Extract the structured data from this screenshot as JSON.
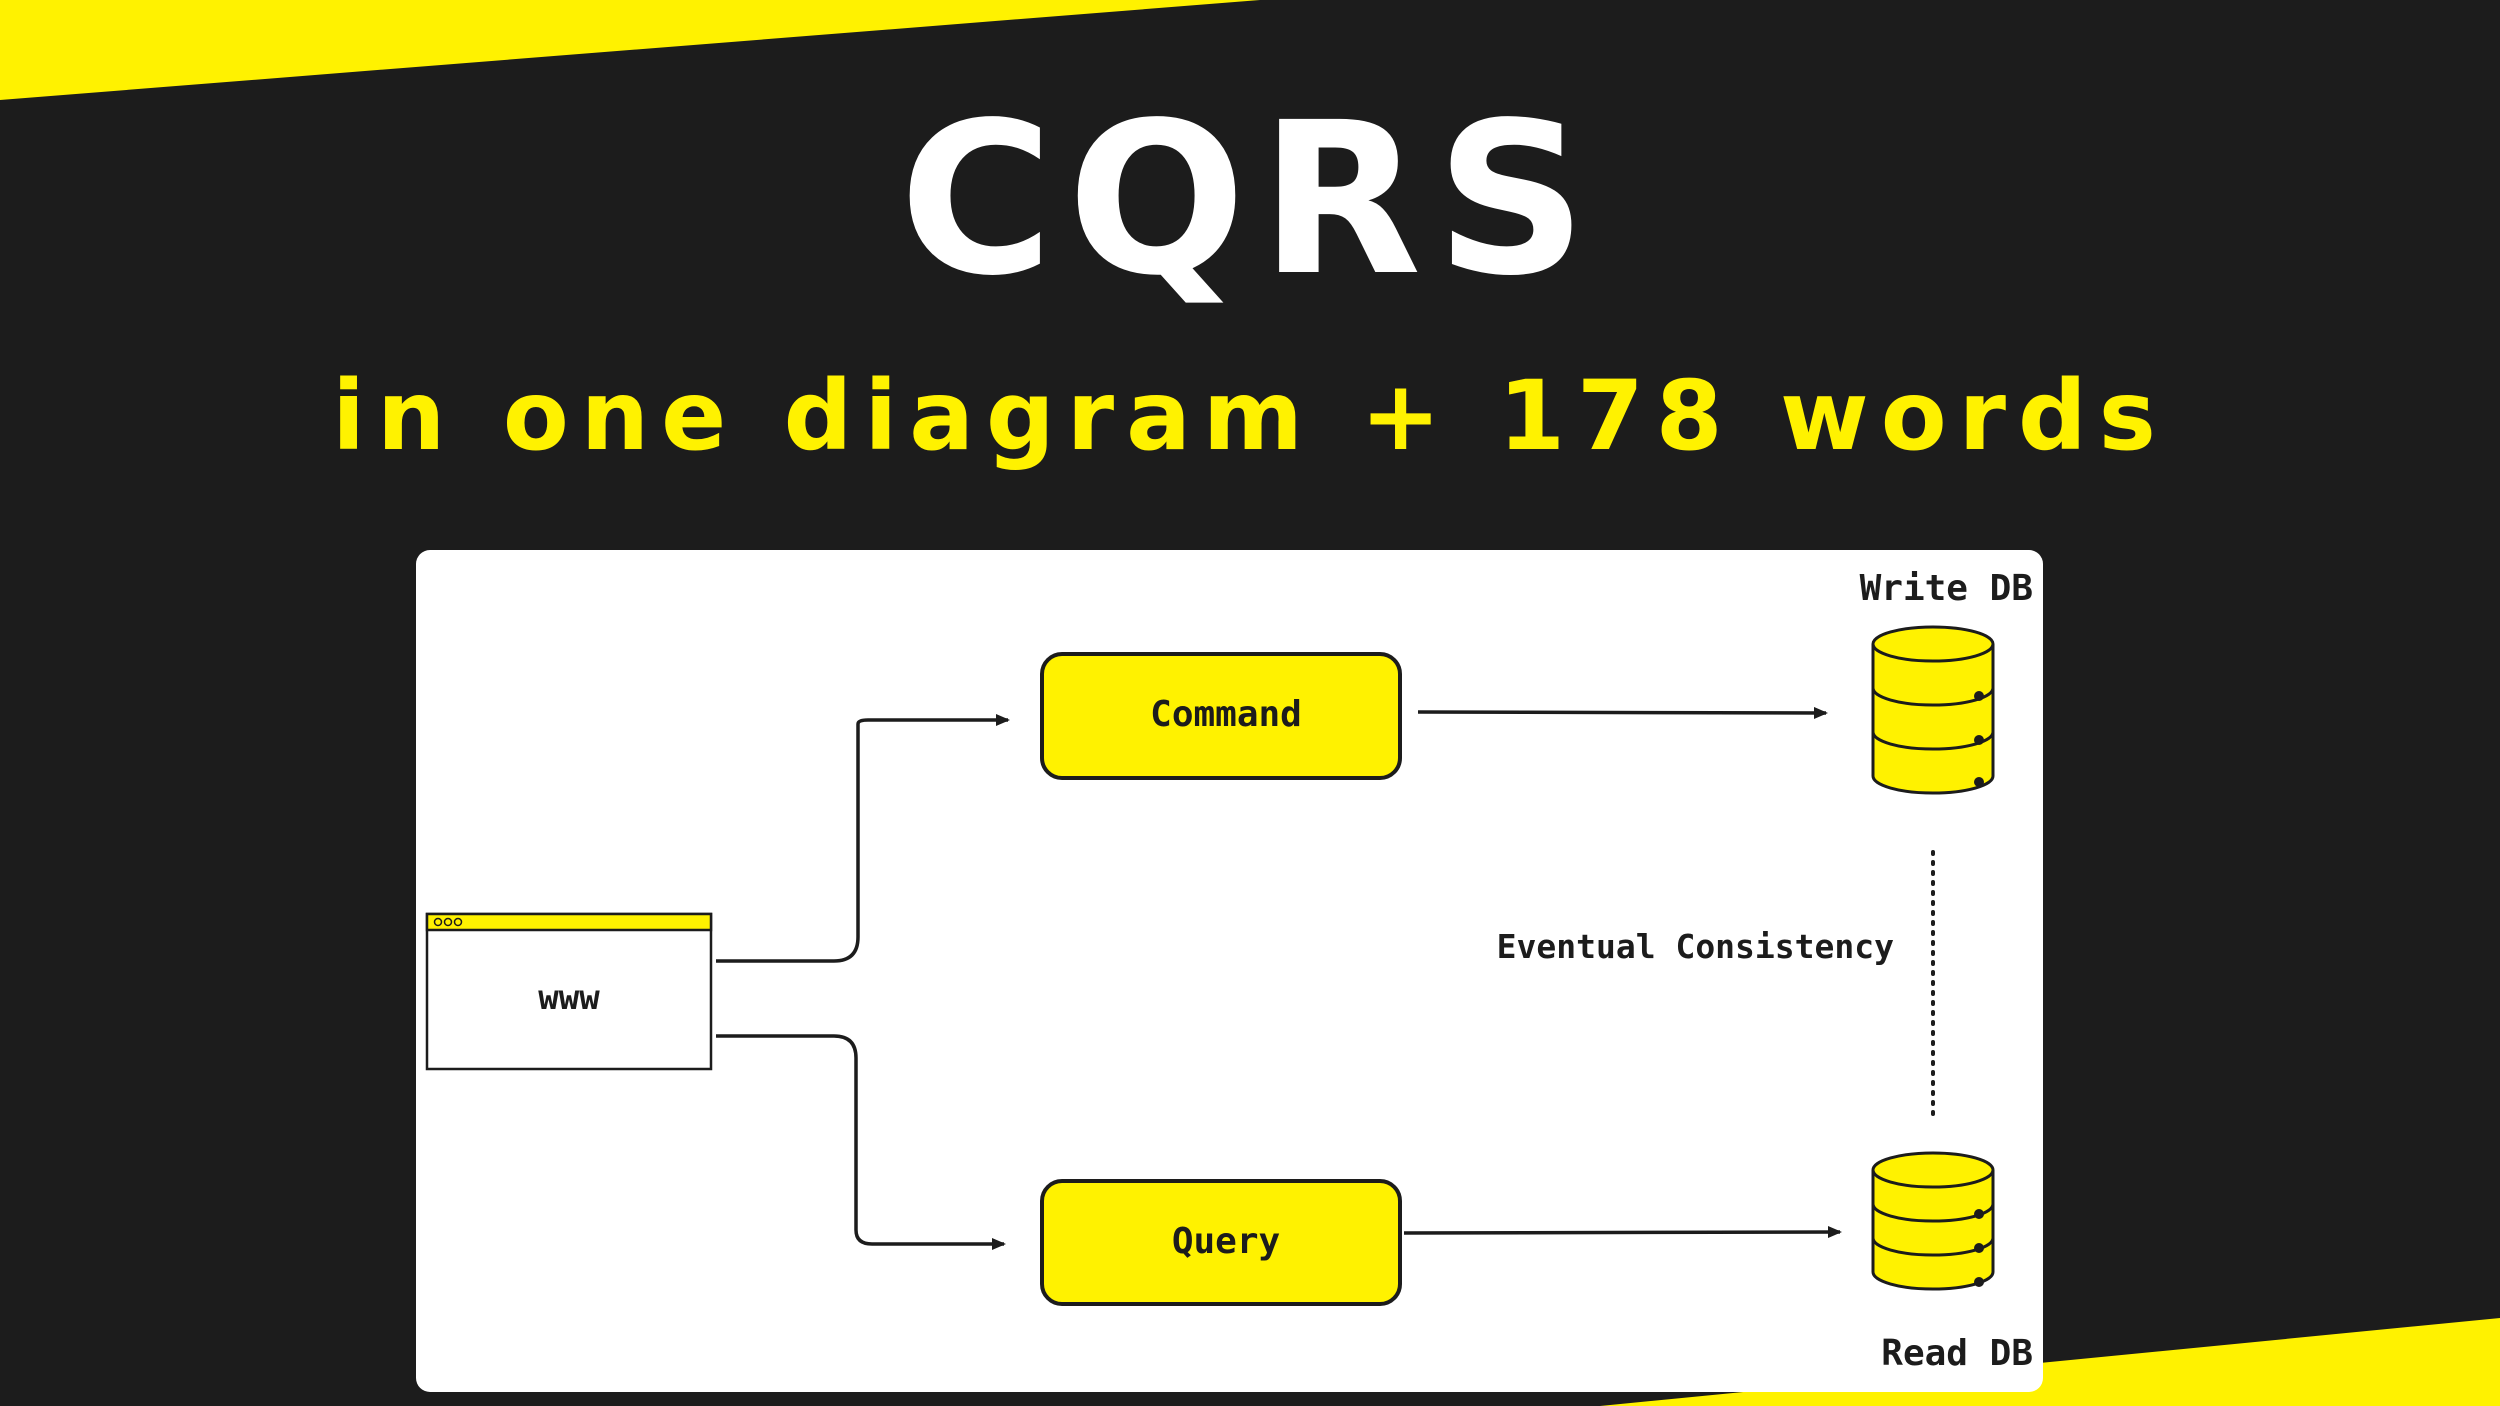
{
  "header": {
    "title": "CQRS",
    "subtitle": "in one diagram + 178 words"
  },
  "diagram": {
    "client_label": "www",
    "command_label": "Command",
    "query_label": "Query",
    "write_db_label": "Write DB",
    "read_db_label": "Read DB",
    "consistency_label": "Eventual Consistency"
  },
  "colors": {
    "background": "#1c1c1c",
    "accent": "#fff200",
    "panel": "#ffffff",
    "ink": "#1c1c1c"
  }
}
